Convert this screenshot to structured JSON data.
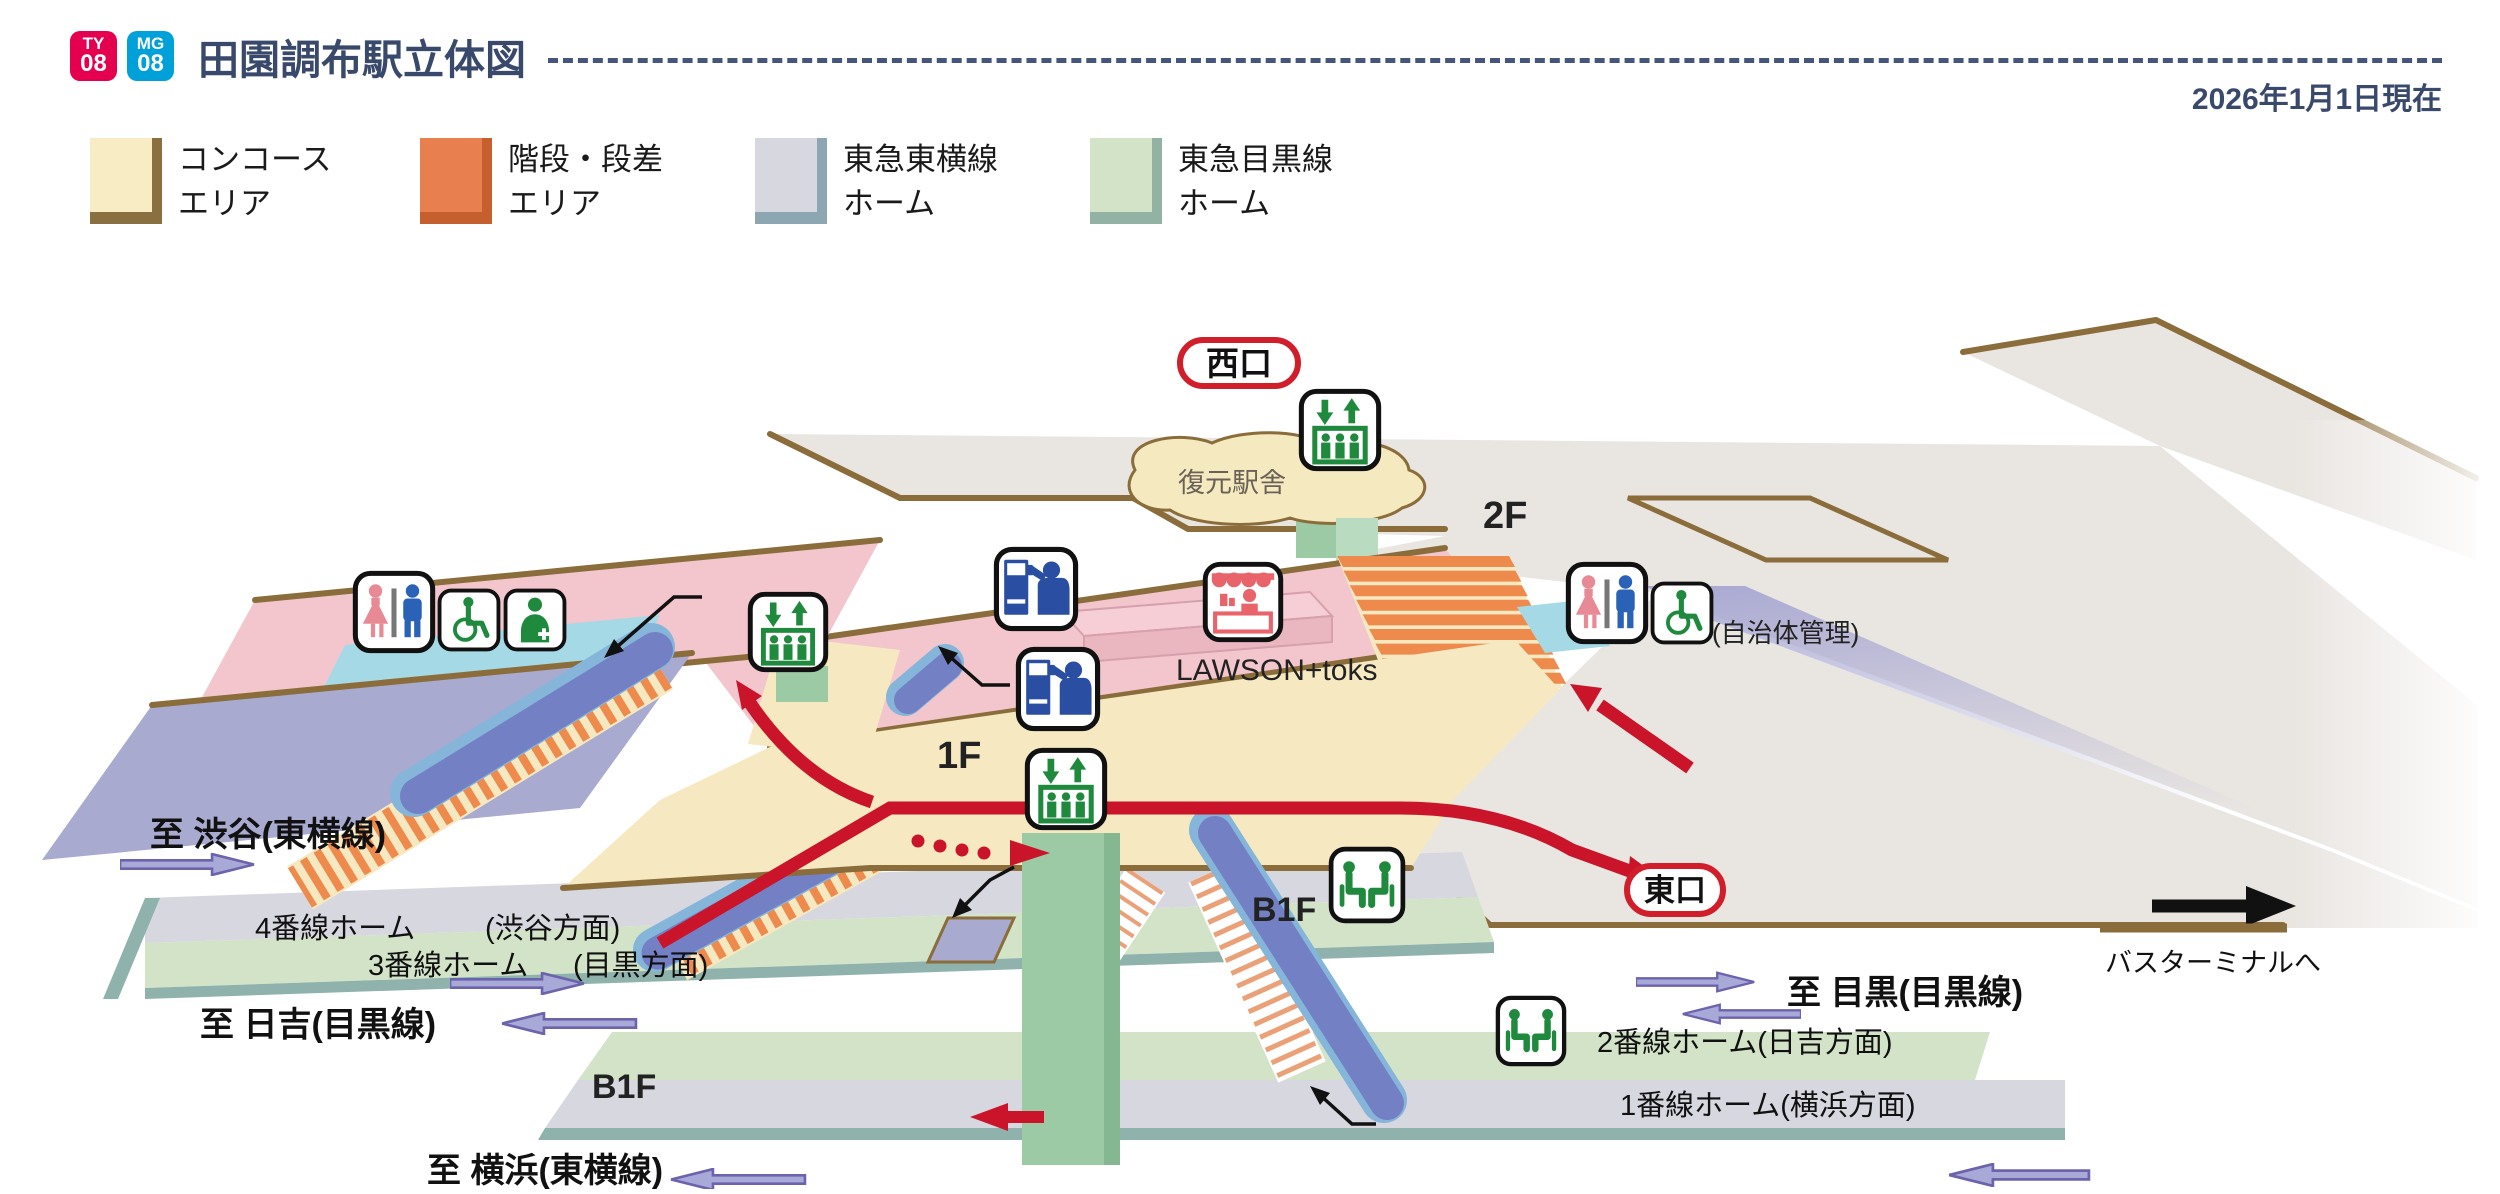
{
  "header": {
    "badges": [
      {
        "line": "TY",
        "number": "08"
      },
      {
        "line": "MG",
        "number": "08"
      }
    ],
    "title": "田園調布駅立体図",
    "date": "2026年1月1日現在"
  },
  "legend": {
    "items": [
      {
        "line1": "コンコース",
        "line2": "エリア",
        "color": "#f7ecc3",
        "edge": "#8a7040"
      },
      {
        "line1": "階段・段差",
        "line2": "エリア",
        "color": "#e87f4e",
        "edge": "#c65f2e"
      },
      {
        "line1": "東急東横線",
        "line2": "ホーム",
        "color": "#d7d7e0",
        "edge": "#8ca7b2"
      },
      {
        "line1": "東急目黒線",
        "line2": "ホーム",
        "color": "#d3e3c8",
        "edge": "#92b3a4"
      }
    ]
  },
  "diagram": {
    "exits": {
      "west": "西口",
      "east": "東口"
    },
    "floors": {
      "f2": "2F",
      "f1": "1F",
      "b1f_left": "B1F",
      "b1f_right": "B1F"
    },
    "building": {
      "restored_station": "復元駅舎"
    },
    "store": {
      "name": "LAWSON+toks"
    },
    "notes": {
      "municipal": "(自治体管理)",
      "bus_terminal": "バスターミナルへ"
    },
    "destinations": {
      "shibuya": "至 渋谷(東横線)",
      "hiyoshi": "至 日吉(目黒線)",
      "yokohama": "至 横浜(東横線)",
      "meguro": "至 目黒(目黒線)"
    },
    "platforms": {
      "p4": "4番線ホーム",
      "p4_dir": "(渋谷方面)",
      "p3": "3番線ホーム",
      "p3_dir": "(目黒方面)",
      "p2": "2番線ホーム(日吉方面)",
      "p1": "1番線ホーム(横浜方面)"
    },
    "icons": [
      {
        "name": "elevator-icon",
        "location": "2f-west-exit"
      },
      {
        "name": "elevator-icon",
        "location": "1f-west"
      },
      {
        "name": "elevator-icon",
        "location": "1f-b1f-center"
      },
      {
        "name": "ticket-machine-icon",
        "location": "2f-concourse"
      },
      {
        "name": "ticket-machine-icon",
        "location": "1f-concourse"
      },
      {
        "name": "store-icon",
        "location": "2f-concourse"
      },
      {
        "name": "toilet-icon",
        "location": "1f-west"
      },
      {
        "name": "accessible-toilet-icon",
        "location": "1f-west"
      },
      {
        "name": "multipurpose-toilet-icon",
        "location": "1f-west"
      },
      {
        "name": "toilet-icon",
        "location": "2f-east"
      },
      {
        "name": "accessible-toilet-icon",
        "location": "2f-east"
      },
      {
        "name": "waiting-bench-icon",
        "location": "b1f-platform34"
      },
      {
        "name": "waiting-bench-icon",
        "location": "b1f-platform12"
      }
    ],
    "colors": {
      "line_ty": "#e4004f",
      "line_mg": "#00a0d8",
      "title_navy": "#39496b",
      "concourse": "#f6e9c2",
      "stairs_orange": "#ed8a4c",
      "toyoko_platform": "#d7d7e0",
      "meguro_platform": "#d3e3c8",
      "platform_edge_teal": "#8fb2ac",
      "floor_gray": "#e9e5e1",
      "concourse_pink": "#f2c6cc",
      "edge_brown": "#8a6d3a",
      "escalator_blue": "#7381c4",
      "elevator_green": "#9ccaa4",
      "icon_green": "#1f8a3d",
      "icon_blue": "#2a62b8",
      "route_red": "#c9142a",
      "exit_red": "#d01f2a",
      "arrow_lavender": "#a9a9d8",
      "toilet_cyan": "#a5d9e6"
    }
  }
}
